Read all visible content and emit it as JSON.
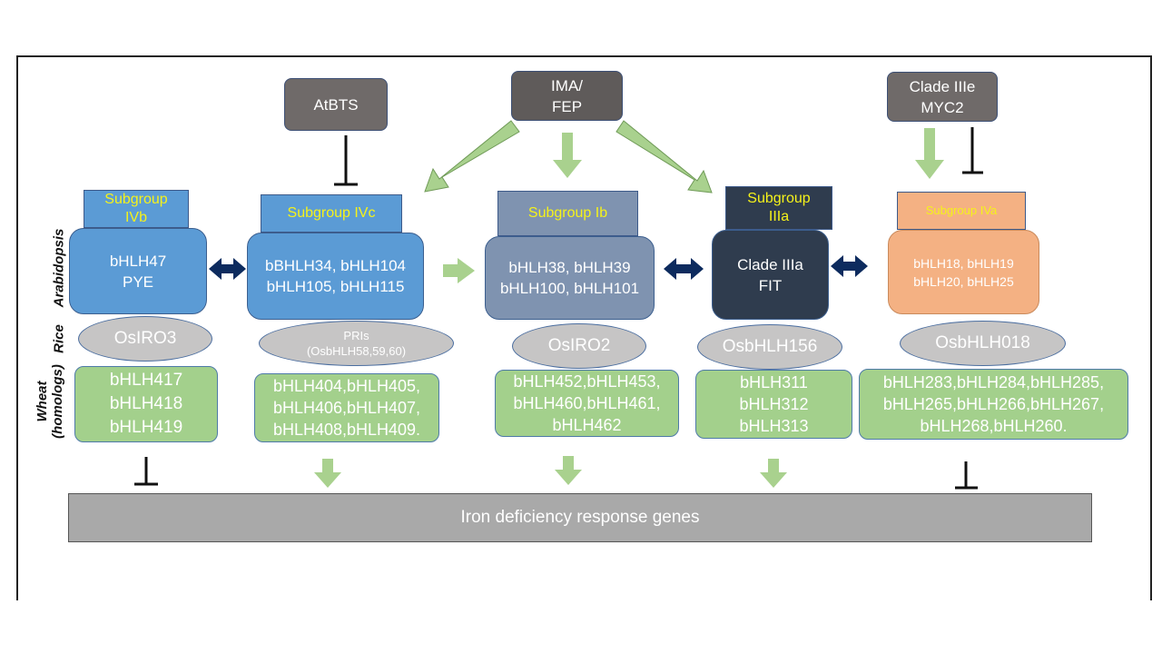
{
  "regulators": {
    "atbts": "AtBTS",
    "ima_line1": "IMA/",
    "ima_line2": "FEP",
    "clade3e_line1": "Clade IIIe",
    "clade3e_line2": "MYC2"
  },
  "side_labels": {
    "arabidopsis": "Arabidopsis",
    "rice": "Rice",
    "wheat_line1": "Wheat",
    "wheat_line2": "(homologs)"
  },
  "columns": [
    {
      "subgroup": [
        "Subgroup",
        "IVb"
      ],
      "arabidopsis": [
        "bHLH47",
        "PYE"
      ],
      "rice": [
        "OsIRO3"
      ],
      "wheat": [
        "bHLH417",
        "bHLH418",
        "bHLH419"
      ]
    },
    {
      "subgroup": [
        "Subgroup IVc"
      ],
      "arabidopsis": [
        "bBHLH34, bHLH104",
        "bHLH105, bHLH115"
      ],
      "rice": [
        "PRIs",
        "(OsbHLH58,59,60)"
      ],
      "wheat": [
        "bHLH404,bHLH405,",
        "bHLH406,bHLH407,",
        "bHLH408,bHLH409."
      ]
    },
    {
      "subgroup": [
        "Subgroup Ib"
      ],
      "arabidopsis": [
        "bHLH38, bHLH39",
        "bHLH100, bHLH101"
      ],
      "rice": [
        "OsIRO2"
      ],
      "wheat": [
        "bHLH452,bHLH453,",
        "bHLH460,bHLH461,",
        "bHLH462"
      ]
    },
    {
      "subgroup": [
        "Subgroup",
        "IIIa"
      ],
      "arabidopsis": [
        "Clade IIIa",
        "FIT"
      ],
      "rice": [
        "OsbHLH156"
      ],
      "wheat": [
        "bHLH311",
        "bHLH312",
        "bHLH313"
      ]
    },
    {
      "subgroup": [
        "Subgroup IVa"
      ],
      "arabidopsis": [
        "bHLH18, bHLH19",
        "bHLH20, bHLH25"
      ],
      "rice": [
        "OsbHLH018"
      ],
      "wheat": [
        "bHLH283,bHLH284,bHLH285,",
        "bHLH265,bHLH266,bHLH267,",
        "bHLH268,bHLH260."
      ]
    }
  ],
  "target": "Iron deficiency response genes",
  "colors": {
    "regulator_gray": "#6f6a69",
    "subgroup_blue": "#5b9bd5",
    "subgroup_slate": "#7f93b0",
    "subgroup_navy": "#2f3c4e",
    "subgroup_orange": "#f4b183",
    "rice_gray": "#c6c5c5",
    "wheat_green": "#a3d08c",
    "activation_arrow": "#a9d18e",
    "interaction_arrow": "#0d2b5e",
    "subgroup_text": "#f5f21a",
    "target_gray": "#a9a9a9"
  }
}
